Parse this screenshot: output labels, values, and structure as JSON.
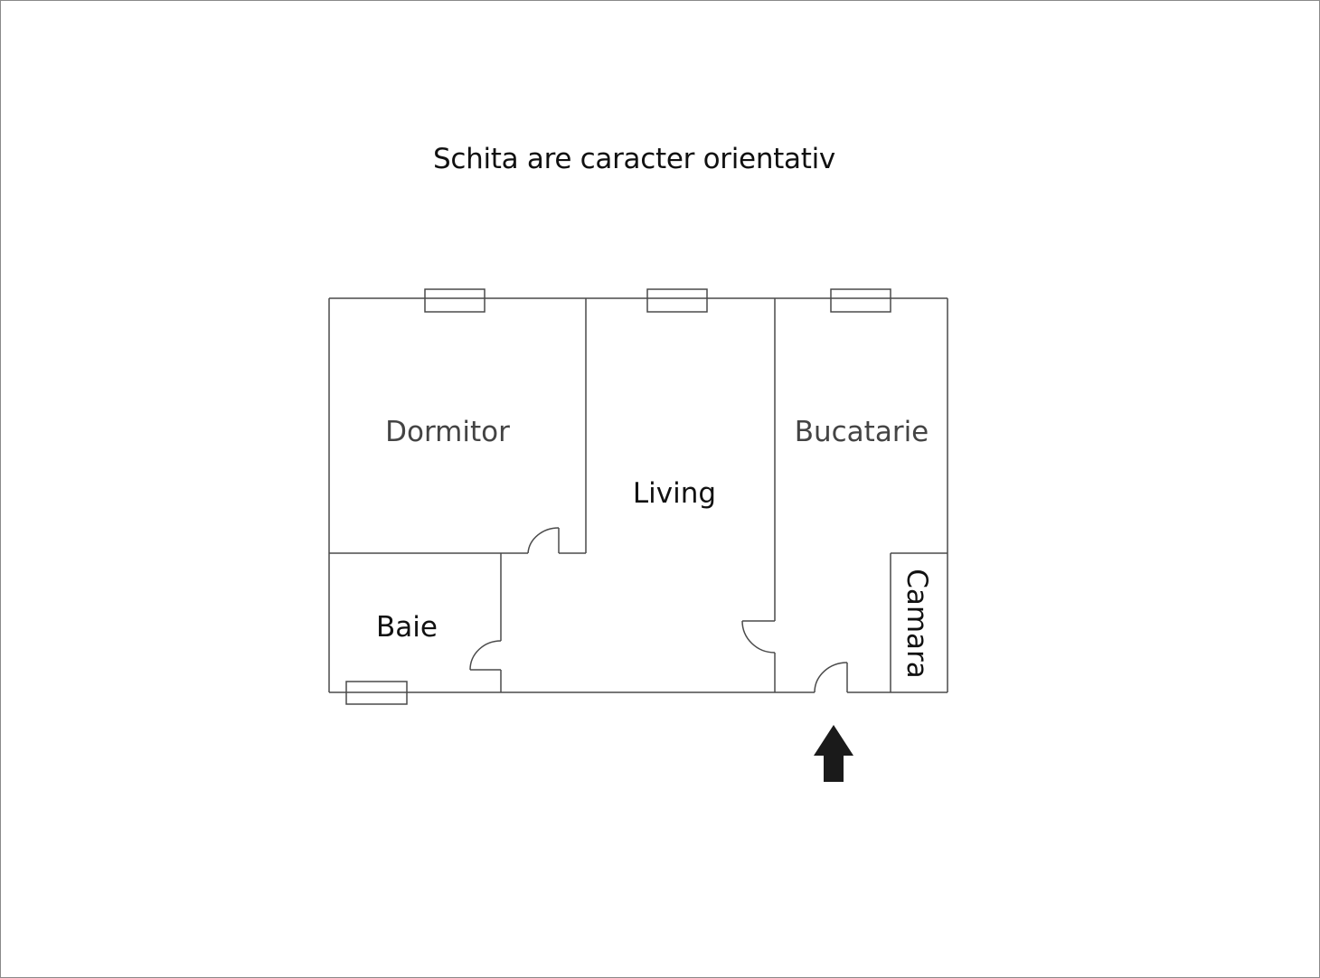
{
  "title": "Schita are caracter orientativ",
  "colors": {
    "wall": "#4a4a4a",
    "label_dark": "#111111",
    "label_gray": "#444444",
    "arrow": "#1a1a1a",
    "background": "#ffffff"
  },
  "rooms": [
    {
      "id": "dormitor",
      "label": "Dormitor"
    },
    {
      "id": "living",
      "label": "Living"
    },
    {
      "id": "bucatarie",
      "label": "Bucatarie"
    },
    {
      "id": "baie",
      "label": "Baie"
    },
    {
      "id": "camara",
      "label": "Camara"
    }
  ],
  "windows": [
    {
      "room": "Dormitor"
    },
    {
      "room": "Living"
    },
    {
      "room": "Bucatarie"
    },
    {
      "room": "Baie"
    }
  ],
  "doors": [
    {
      "between": "Dormitor-Living"
    },
    {
      "between": "Baie-Living"
    },
    {
      "between": "Living-Bucatarie"
    },
    {
      "between": "Entrance"
    }
  ],
  "entrance_arrow": {
    "direction": "up"
  }
}
